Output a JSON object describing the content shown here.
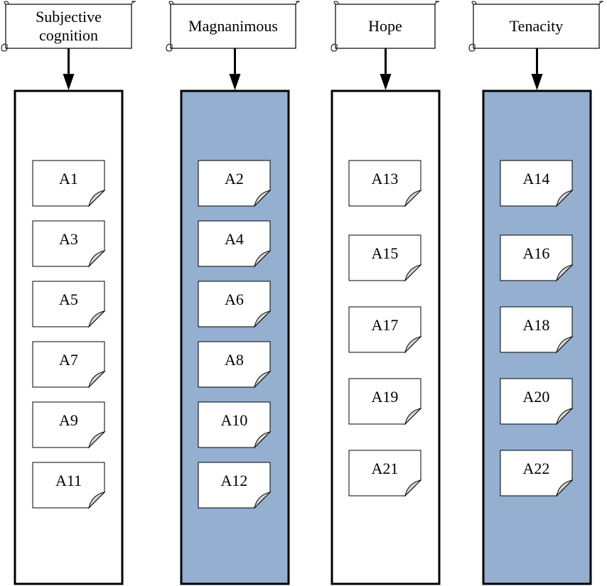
{
  "diagram": {
    "columns": [
      {
        "header_lines": [
          "Subjective",
          "cognition"
        ],
        "fill": "#ffffff",
        "items": [
          "A1",
          "A3",
          "A5",
          "A7",
          "A9",
          "A11"
        ]
      },
      {
        "header_lines": [
          "Magnanimous"
        ],
        "fill": "#94afd0",
        "items": [
          "A2",
          "A4",
          "A6",
          "A8",
          "A10",
          "A12"
        ]
      },
      {
        "header_lines": [
          "Hope"
        ],
        "fill": "#ffffff",
        "items": [
          "A13",
          "A15",
          "A17",
          "A19",
          "A21"
        ]
      },
      {
        "header_lines": [
          "Tenacity"
        ],
        "fill": "#94afd0",
        "items": [
          "A14",
          "A16",
          "A18",
          "A20",
          "A22"
        ]
      }
    ],
    "colors": {
      "stroke": "#000000",
      "card_fill": "#ffffff",
      "fold_fill": "#d4d4d4"
    }
  }
}
